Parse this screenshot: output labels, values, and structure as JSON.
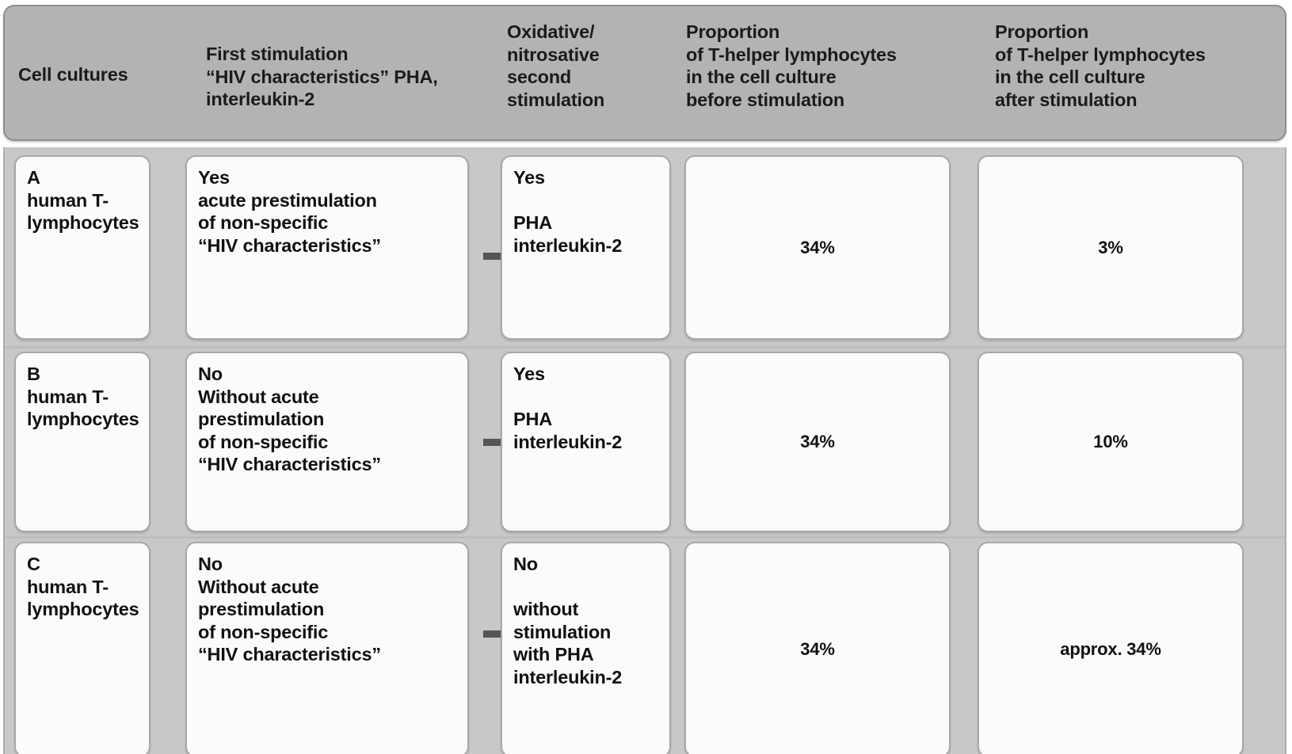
{
  "table": {
    "columns": [
      {
        "id": "cell-cultures",
        "header": "Cell cultures"
      },
      {
        "id": "first-stimulation",
        "header": "First stimulation\n“HIV characteristics” PHA,\ninterleukin-2"
      },
      {
        "id": "second-stimulation",
        "header": "Oxidative/\nnitrosative\nsecond\nstimulation"
      },
      {
        "id": "proportion-before",
        "header": "Proportion\nof T-helper lymphocytes\nin the cell culture\nbefore stimulation"
      },
      {
        "id": "proportion-after",
        "header": "Proportion\nof T-helper lymphocytes\nin the cell culture\nafter stimulation"
      }
    ],
    "rows": [
      {
        "id": "row-a",
        "culture": "A\nhuman T-\nlymphocytes",
        "first_stimulation": "Yes\nacute prestimulation\nof non-specific\n“HIV characteristics”",
        "second_stimulation": "Yes\n\nPHA\ninterleukin-2",
        "proportion_before": "34%",
        "proportion_after": "3%",
        "arrow": "right-arrow-icon"
      },
      {
        "id": "row-b",
        "culture": "B\nhuman T-\nlymphocytes",
        "first_stimulation": "No\nWithout acute\nprestimulation\nof non-specific\n“HIV characteristics”",
        "second_stimulation": "Yes\n\nPHA\ninterleukin-2",
        "proportion_before": "34%",
        "proportion_after": "10%",
        "arrow": "right-arrow-icon"
      },
      {
        "id": "row-c",
        "culture": "C\nhuman T-\nlymphocytes",
        "first_stimulation": "No\nWithout acute\nprestimulation\nof non-specific\n“HIV characteristics”",
        "second_stimulation": "No\n\nwithout\nstimulation\nwith PHA\ninterleukin-2",
        "proportion_before": "34%",
        "proportion_after": "approx. 34%",
        "arrow": "right-arrow-icon"
      }
    ]
  },
  "colors": {
    "header_background": "#b3b3b3",
    "body_background": "#c8c8c8",
    "cell_background": "#fbfbfb",
    "cell_border": "#a8a8a8",
    "text": "#111111",
    "arrow": "#555555"
  }
}
